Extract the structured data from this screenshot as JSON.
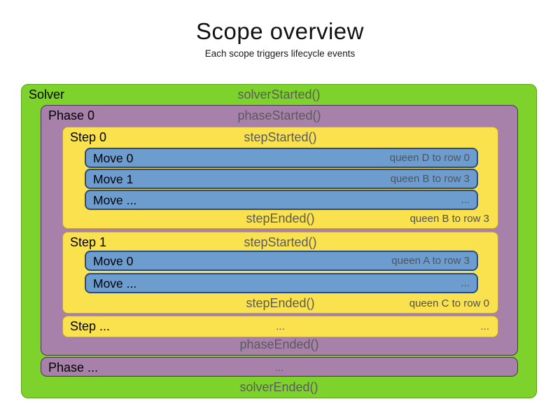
{
  "title": "Scope overview",
  "subtitle": "Each scope triggers lifecycle events",
  "colors": {
    "solver_fill": "#7dd32b",
    "solver_border": "#58a319",
    "phase_fill": "#a881aa",
    "phase_border": "#4e2d59",
    "step_fill": "#fae14e",
    "step_border": "#c9a227",
    "move_fill": "#6d9cce",
    "move_border": "#2b4b80",
    "event_text": "#5b5b5b",
    "label_text": "#000000"
  },
  "solver": {
    "label": "Solver",
    "started": "solverStarted()",
    "ended": "solverEnded()",
    "phase0": {
      "label": "Phase 0",
      "started": "phaseStarted()",
      "ended": "phaseEnded()",
      "step0": {
        "label": "Step 0",
        "started": "stepStarted()",
        "ended": "stepEnded()",
        "ended_note": "queen B to row 3",
        "moves": [
          {
            "label": "Move 0",
            "note": "queen D to row 0"
          },
          {
            "label": "Move 1",
            "note": "queen B to row 3"
          },
          {
            "label": "Move ...",
            "note": "..."
          }
        ]
      },
      "step1": {
        "label": "Step 1",
        "started": "stepStarted()",
        "ended": "stepEnded()",
        "ended_note": "queen C to row 0",
        "moves": [
          {
            "label": "Move 0",
            "note": "queen A to row 3"
          },
          {
            "label": "Move ...",
            "note": "..."
          }
        ]
      },
      "step_more": {
        "label": "Step ...",
        "center": "...",
        "right": "..."
      }
    },
    "phase_more": {
      "label": "Phase ...",
      "center": "..."
    }
  }
}
